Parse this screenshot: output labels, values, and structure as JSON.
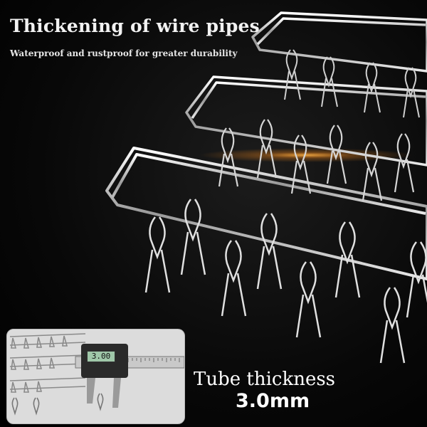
{
  "headline": "Thickening of wire pipes",
  "subheadline": "Waterproof and rustproof for greater durability",
  "spec": {
    "label": "Tube thickness",
    "value": "3.0mm",
    "caliper_reading": "3.00"
  },
  "image": {
    "subject": "stainless steel clothes-peg drying racks",
    "inset": "digital caliper measuring tube",
    "accent_color": "#ff9a2e",
    "background_color": "#000000"
  }
}
